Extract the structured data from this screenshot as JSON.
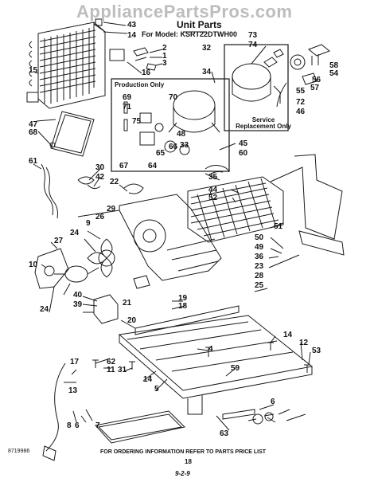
{
  "header": {
    "watermark": "AppliancePartsPros.com",
    "title": "Unit Parts",
    "model_line": "For Model: KSRT22DTWH00"
  },
  "boxes": {
    "production_only": "Production Only",
    "service_replacement": "Service Replacement Only"
  },
  "footer": {
    "order_info": "FOR ORDERING INFORMATION REFER TO PARTS PRICE LIST",
    "page_number": "18",
    "doc_code": "8719986",
    "date_code": "9-2-9"
  },
  "callouts": [
    "43",
    "14",
    "2",
    "1",
    "3",
    "16",
    "32",
    "73",
    "74",
    "58",
    "54",
    "15",
    "34",
    "69",
    "70",
    "71",
    "75",
    "56",
    "57",
    "55",
    "72",
    "46",
    "47",
    "68",
    "67",
    "64",
    "65",
    "66",
    "33",
    "48",
    "45",
    "60",
    "61",
    "30",
    "42",
    "22",
    "35",
    "29",
    "44",
    "52",
    "51",
    "50",
    "49",
    "36",
    "23",
    "28",
    "25",
    "27",
    "26",
    "24",
    "9",
    "10",
    "24",
    "40",
    "39",
    "21",
    "19",
    "18",
    "20",
    "14",
    "12",
    "53",
    "4",
    "62",
    "11",
    "31",
    "59",
    "17",
    "13",
    "14",
    "5",
    "7",
    "8",
    "6",
    "63",
    "6"
  ],
  "colors": {
    "ink": "#111111",
    "paper": "#ffffff",
    "watermark": "#bdbdbd"
  }
}
